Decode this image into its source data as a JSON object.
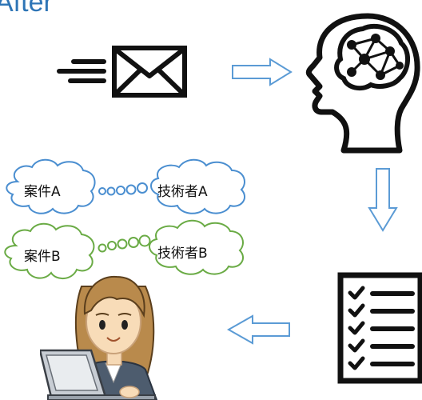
{
  "title": "After",
  "clouds": [
    {
      "label": "案件A",
      "group": "blue"
    },
    {
      "label": "技術者A",
      "group": "blue"
    },
    {
      "label": "案件B",
      "group": "green"
    },
    {
      "label": "技術者B",
      "group": "green"
    }
  ],
  "colors": {
    "title": "#2e75b6",
    "arrow": "#5b9bd5",
    "cloud_blue": "#4a8ed0",
    "cloud_green": "#6aab45",
    "icon": "#111111"
  },
  "icons": [
    "envelope-icon",
    "ai-head-icon",
    "checklist-icon",
    "woman-laptop-icon"
  ]
}
